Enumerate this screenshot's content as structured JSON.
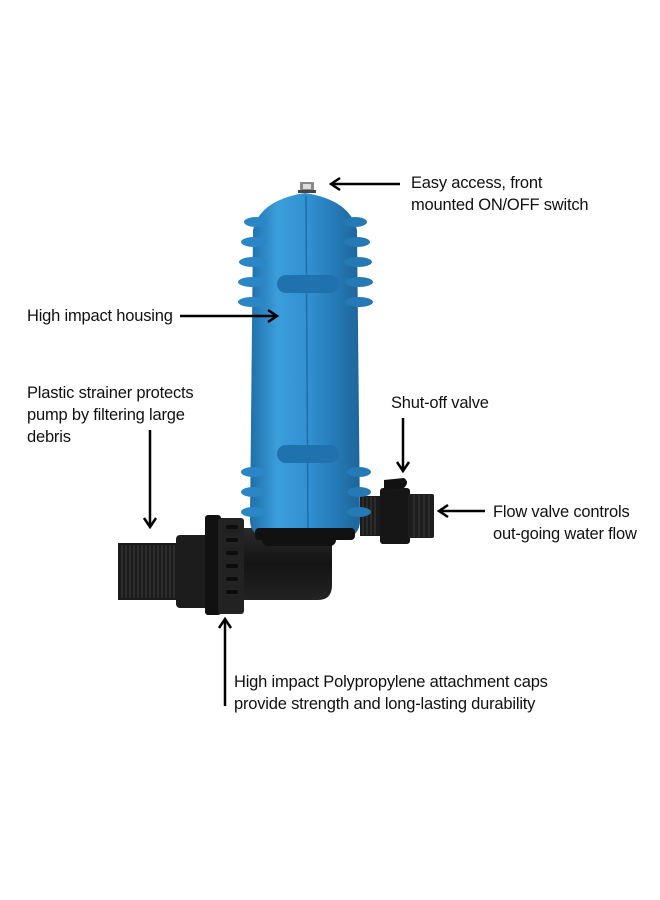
{
  "diagram": {
    "subject": "Water pump dosing unit",
    "colors": {
      "housing_blue": "#2f8fd0",
      "housing_blue_dark": "#1f6fa8",
      "housing_blue_light": "#56aee6",
      "fitting_black": "#1a1a1a",
      "arrow": "#000000",
      "background": "#ffffff"
    },
    "annotations": [
      {
        "id": "switch",
        "text": "Easy access, front\nmounted ON/OFF switch",
        "arrow_direction": "left"
      },
      {
        "id": "housing",
        "text": "High impact housing",
        "arrow_direction": "right"
      },
      {
        "id": "strainer",
        "text": "Plastic strainer protects\npump by filtering large\ndebris",
        "arrow_direction": "down"
      },
      {
        "id": "shutoff",
        "text": "Shut-off valve",
        "arrow_direction": "down"
      },
      {
        "id": "flow",
        "text": "Flow valve controls\nout-going water flow",
        "arrow_direction": "left"
      },
      {
        "id": "caps",
        "text": "High impact Polypropylene attachment caps\nprovide strength and long-lasting durability",
        "arrow_direction": "up"
      }
    ]
  }
}
